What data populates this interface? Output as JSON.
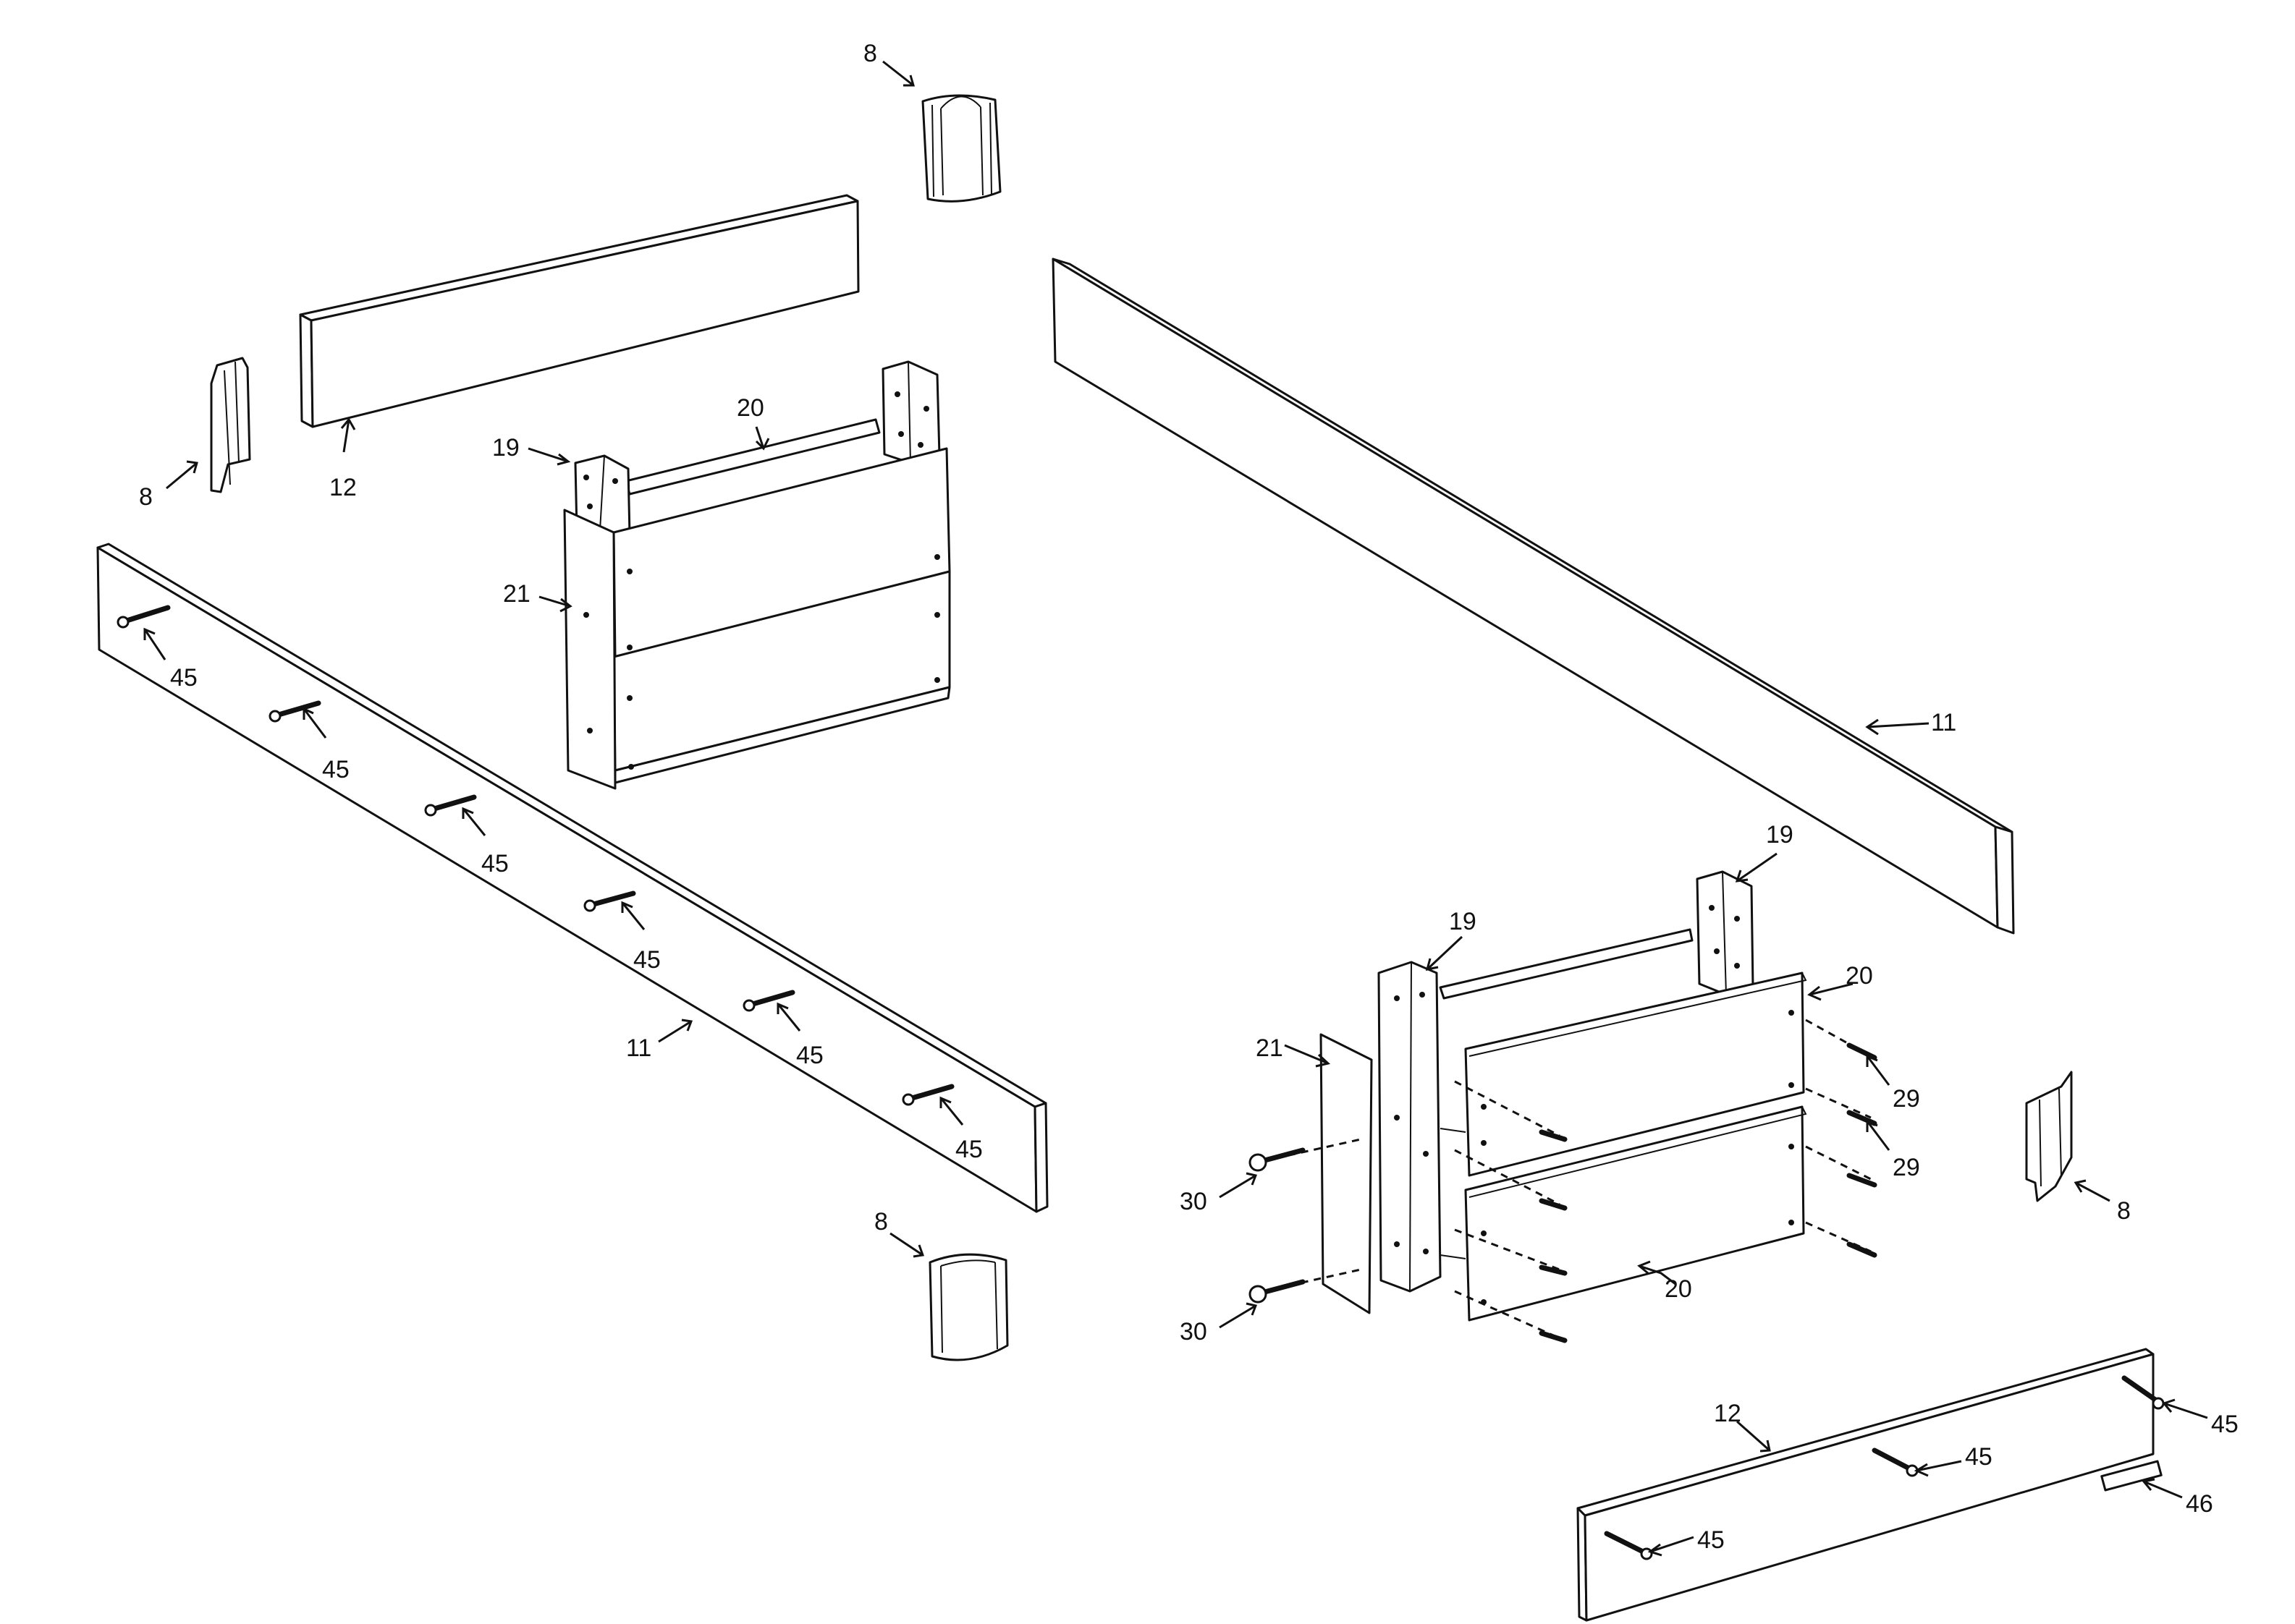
{
  "diagram": {
    "type": "exploded parts diagram",
    "callouts": [
      {
        "id": "c8a",
        "text": "8"
      },
      {
        "id": "c8b",
        "text": "8"
      },
      {
        "id": "c8c",
        "text": "8"
      },
      {
        "id": "c8d",
        "text": "8"
      },
      {
        "id": "c12a",
        "text": "12"
      },
      {
        "id": "c12b",
        "text": "12"
      },
      {
        "id": "c20a",
        "text": "20"
      },
      {
        "id": "c20b",
        "text": "20"
      },
      {
        "id": "c20c",
        "text": "20"
      },
      {
        "id": "c19a",
        "text": "19"
      },
      {
        "id": "c19b",
        "text": "19"
      },
      {
        "id": "c19c",
        "text": "19"
      },
      {
        "id": "c21a",
        "text": "21"
      },
      {
        "id": "c21b",
        "text": "21"
      },
      {
        "id": "c11a",
        "text": "11"
      },
      {
        "id": "c11b",
        "text": "11"
      },
      {
        "id": "c45a",
        "text": "45"
      },
      {
        "id": "c45b",
        "text": "45"
      },
      {
        "id": "c45c",
        "text": "45"
      },
      {
        "id": "c45d",
        "text": "45"
      },
      {
        "id": "c45e",
        "text": "45"
      },
      {
        "id": "c45f",
        "text": "45"
      },
      {
        "id": "c45g",
        "text": "45"
      },
      {
        "id": "c45h",
        "text": "45"
      },
      {
        "id": "c45i",
        "text": "45"
      },
      {
        "id": "c29a",
        "text": "29"
      },
      {
        "id": "c29b",
        "text": "29"
      },
      {
        "id": "c30a",
        "text": "30"
      },
      {
        "id": "c30b",
        "text": "30"
      },
      {
        "id": "c46",
        "text": "46"
      }
    ]
  }
}
